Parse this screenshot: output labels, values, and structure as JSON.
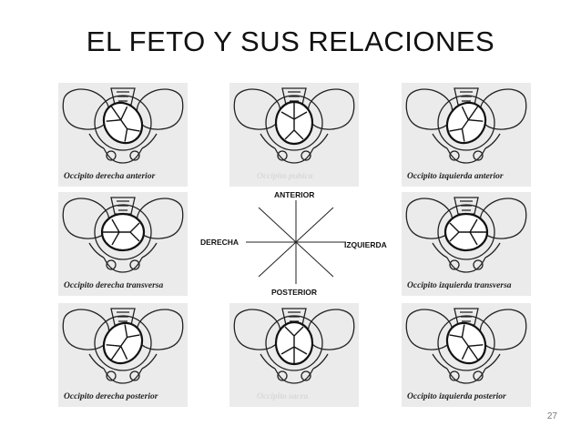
{
  "slide": {
    "title": "EL FETO Y SUS RELACIONES",
    "page_number": "27"
  },
  "compass": {
    "anterior": "ANTERIOR",
    "posterior": "POSTERIOR",
    "derecha": "DERECHA",
    "izquierda": "IZQUIERDA"
  },
  "panels": {
    "top_left": "Occipito derecha anterior",
    "top_center": "Occipito pubica",
    "top_right": "Occipito izquierda anterior",
    "middle_left": "Occipito derecha transversa",
    "middle_right": "Occipito izquierda transversa",
    "bottom_left": "Occipito derecha posterior",
    "bottom_center": "Occipito sacra",
    "bottom_right": "Occipito izquierda posterior"
  }
}
